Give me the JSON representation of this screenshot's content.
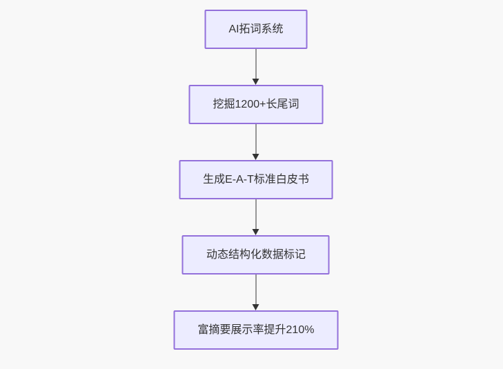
{
  "diagram": {
    "type": "flowchart",
    "direction": "top-down",
    "nodes": [
      {
        "id": "A",
        "label": "AI拓词系统"
      },
      {
        "id": "B",
        "label": "挖掘1200+长尾词"
      },
      {
        "id": "C",
        "label": "生成E-A-T标准白皮书"
      },
      {
        "id": "D",
        "label": "动态结构化数据标记"
      },
      {
        "id": "E",
        "label": "富摘要展示率提升210%"
      }
    ],
    "edges": [
      {
        "from": "A",
        "to": "B"
      },
      {
        "from": "B",
        "to": "C"
      },
      {
        "from": "C",
        "to": "D"
      },
      {
        "from": "D",
        "to": "E"
      }
    ],
    "colors": {
      "node_fill": "#ECECFF",
      "node_border": "#9370DB",
      "edge_line": "#333333",
      "arrowhead": "#333333",
      "text": "#333333",
      "background": "#F8F8F8"
    }
  }
}
